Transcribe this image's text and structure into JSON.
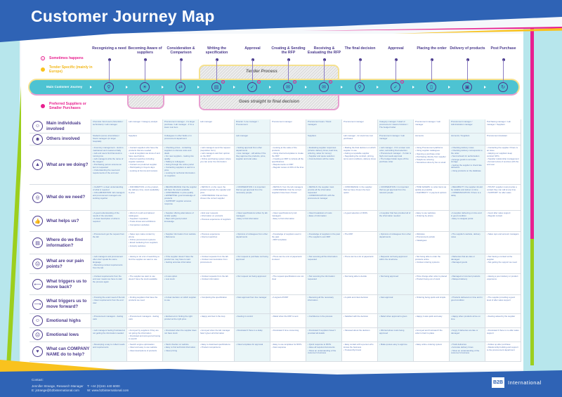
{
  "title": "Customer Journey Map",
  "colors": {
    "blue": "#2f63b5",
    "teal": "#4dc3d2",
    "pink": "#e8208f",
    "yellow": "#f9c21e",
    "purple": "#4a3a8c"
  },
  "legend": {
    "sometimes": "Sometimes happens",
    "tender": "Tender Specific (mainly in Europe)",
    "preferred": "Preferred Suppliers or Smaller Purchases"
  },
  "journey": {
    "main_label": "Main Customer Journey",
    "tender_label": "Tender Process",
    "straight_label": "Goes straight to final decision"
  },
  "stages": [
    {
      "label": "Recognizing a need",
      "icon": "magnifier-icon",
      "glyph": "⚲"
    },
    {
      "label": "Becoming Aware of suppliers",
      "icon": "lightbulb-icon",
      "glyph": "☀"
    },
    {
      "label": "Consideration & Comparison",
      "icon": "compare-icon",
      "glyph": "⇄"
    },
    {
      "label": "Writing the specification",
      "icon": "document-icon",
      "glyph": "▤",
      "badge": "!"
    },
    {
      "label": "Approval",
      "icon": "approval-icon",
      "glyph": "✓",
      "badge": "!"
    },
    {
      "label": "Creating & Sending the RFP",
      "icon": "envelope-icon",
      "glyph": "✉",
      "badge": "!"
    },
    {
      "label": "Receiving & Evaluating the RFP",
      "icon": "open-envelope-icon",
      "glyph": "✉",
      "badge": "!"
    },
    {
      "label": "The final decision",
      "icon": "search-icon",
      "glyph": "⚲"
    },
    {
      "label": "Approval",
      "icon": "handshake-icon",
      "glyph": "✓",
      "badge": "!"
    },
    {
      "label": "Placing the order",
      "icon": "order-icon",
      "glyph": "▯"
    },
    {
      "label": "Delivery of products",
      "icon": "box-icon",
      "glyph": "▣"
    },
    {
      "label": "Post Purchase",
      "icon": "refresh-icon",
      "glyph": "↻"
    }
  ],
  "rows": [
    {
      "label": "Main individuals involved",
      "icon": "person-icon",
      "glyph": "☺",
      "cells": [
        [
          "Chemists / End users (Scientists / technicians) / Lab manager"
        ],
        [
          "Lab manager / Category analyst"
        ],
        [
          "Procurement manager - if a larger purchase / Lab manager - if it's a lower cost item"
        ],
        [
          "Lab manager"
        ],
        [
          "Director / Line manager / Procurement"
        ],
        [
          "Procurement manager"
        ],
        [
          "Procurement team / Stock managers"
        ],
        [
          "Procurement manager"
        ],
        [
          "Category manager / Head of procurement / Head of division / The budget holder"
        ],
        [
          "Procurement manager / Lab manager"
        ],
        [
          "Procurement manager / Administration manager"
        ],
        [
          "Purchasing manager / Lab manager / Suppliers"
        ]
      ]
    },
    {
      "label": "Others involved",
      "icon": "group-icon",
      "glyph": "☻",
      "cells": [
        [
          "Students (some universities) / Stock managers (in larger hospitals)"
        ],
        [
          "Suppliers"
        ],
        [
          "Colleagues in other fields or in procurement department"
        ],
        [
          ""
        ],
        [
          "Lab manager"
        ],
        [
          ""
        ],
        [
          "Suppliers"
        ],
        [
          "Lab manager - for stock low cost purchases"
        ],
        [
          "Procurement manager / Lab manager"
        ],
        [
          "Accounts"
        ],
        [
          "Accounts / Suppliers"
        ],
        [
          "Procurement Assistant"
        ]
      ]
    },
    {
      "label": "What are we doing?",
      "icon": "activity-icon",
      "glyph": "▲",
      "cells": [
        [
          "Inventory management - stock is maintained and measured daily",
          "Lab end users find that stock is running low",
          "Lab managers write the name of the reagent",
          "Purchasing person ensures an item is requested",
          "Understanding the need and requirements of the end user"
        ],
        [
          "Contact suppliers who have the products that are needed",
          "Look at suppliers we know of and have used before",
          "Internet searches including supplier websites",
          "Contact our preferred supplier",
          "Participating in buyers days",
          "Looking at forums and reviews"
        ],
        [
          "Checking prices - contacting suppliers to discuss costs and deals",
          "For new suppliers - looking into quality",
          "Talking to colleagues",
          "Going through the online portal",
          "Contacting suppliers to ask for a price",
          "Looking for technical information on suppliers"
        ],
        [
          "Lab managers send the request (requisition form)",
          "Lab managers ask their opinion on the RFP",
          "Online purchasing system where you can enter the information"
        ],
        [
          "Getting approval from other departments",
          "Line manager - will advise if the they approve the products, price, supplier and total value"
        ],
        [
          "Looking at the value of the products",
          "Using internal templates to create the RFP",
          "Creating an RFP to include all the specifications",
          "Requirements on RFP",
          "Regular review of 20% of the time"
        ],
        [
          "Evaluating supplier responses (criteria: delivery times, lead time, ordering, value for money)",
          "Supplier and quote selection",
          "Cost decisions will be made"
        ],
        [
          "Making the final decision on which supplier to use",
          "Asking a reputable supplier",
          "Negotiating the contract, pricing, terms and conditions, delivery times"
        ],
        [
          "Lab manager - if it's a lower cost order, submitting final selection",
          "Procurement manager - if order is high cost needs approval",
          "The budget holder signs off the purchase order"
        ],
        [
          "Using Procurement platforms",
          "Using supplier catalogues",
          "Opening a purchase order",
          "Purchasing directly from supplier",
          "Telephone ordering",
          "Sometimes done by fax or email"
        ],
        [
          "Checking delivery notes",
          "Checking delivery corresponds to the order",
          "Send artwork for authorisation",
          "Arrange goods to accurate storage",
          "Getting the supplier to check late deliveries",
          "Using products on the database"
        ],
        [
          "Contacting the supplier if there is an issue",
          "Helping our suppliers keep contract SPI's",
          "Supplier relationship management",
          "Annual review of services with the end user"
        ]
      ]
    },
    {
      "label": "What do we need?",
      "icon": "need-icon",
      "glyph": "◎",
      "cells": [
        [
          "CLARITY: a clear understanding of what is required",
          "COLLABORATION: lab managers and procurement managers are working together"
        ],
        [
          "INFORMATION: on the product, the delivery time, stock availability & price"
        ],
        [
          "REASSURANCE: that the supplier will have the stock available",
          "CONFIDENCE: in price quality",
          "EXPERTISE: good knowledge of products",
          "SUPPORT: supplier ensures response"
        ],
        [
          "DETAILS: on the need, the product required, the supplier and price",
          "CONFIDENCE: that we have chosen the correct supplier"
        ],
        [
          "COOPERATION: it is important that we get approval from the necessary people"
        ],
        [
          "DETAILS: from the lab managers",
          "CONFIDENCE: that the correct suppliers have been chosen"
        ],
        [
          "DETAILS: the supplier must provide all the information requested",
          "COMMUNICATION: with the procurement manager"
        ],
        [
          "CONFIDENCE: in the supplier that we have chosen the best option"
        ],
        [
          "COOPERATION: it is important that we get approval from the relevant people"
        ],
        [
          "TIME SAVERS: to order items as quickly as possible",
          "FLEXIBILITY: in payment options"
        ],
        [
          "RELIABILITY: the supplier should be reliable and deliver on time",
          "COMMUNICATION: if there is a delay"
        ],
        [
          "TRUST: supplier must provide a contact they can call at any time",
          "SUPPORT: for after sales"
        ]
      ]
    },
    {
      "label": "What helps us?",
      "icon": "thumbs-up-icon",
      "glyph": "👍",
      "cells": [
        [
          "A good understanding of the needs of the scientists",
          "A clear description of what is required"
        ],
        [
          "Word of mouth and tailored catalogues",
          "Suppliers' reputation",
          "Trade shows and exhibitions",
          "Comparison websites"
        ],
        [
          "Supplier offering alternatives of similar quality",
          "Reps with good product knowledge"
        ],
        [
          "End user requests",
          "Information on products",
          "Previous experience of suppliers"
        ],
        [
          "Clear specifications written by lab managers",
          "Easy to find information"
        ],
        [
          "Clear specifications by lab managers",
          "Easy to find information"
        ],
        [
          "Clear breakdown of costs",
          "Ease of information"
        ],
        [
          "A good selection of RFPs"
        ],
        [
          "A supplier that has provided all of the information needed"
        ],
        [
          "Easy to use websites",
          "Ordering by phone"
        ],
        [
          "A supplier delivering on time and in good condition",
          "Easy to navigate portal"
        ],
        [
          "Good after sales support",
          "Regular contact"
        ]
      ]
    },
    {
      "label": "Where do we find information?",
      "icon": "information-icon",
      "glyph": "▤",
      "cells": [
        [
          "Procurement get the request from the lab"
        ],
        [
          "Sales reps make contact by phone",
          "Online procurement systems",
          "Email marketing from suppliers",
          "Industry websites"
        ],
        [
          "Supplier information from website",
          "Reference"
        ],
        [
          "Previous experience",
          "Internet searches"
        ],
        [
          "Opinions of colleagues from other departments"
        ],
        [
          "Knowledge of suppliers used in the past",
          "RFP templates"
        ],
        [
          "Knowledge of suppliers in the past",
          "The supplier's own RFP"
        ],
        [
          "The RFP"
        ],
        [
          "Opinions of colleagues from other departments"
        ],
        [
          "Websites",
          "Procurement portals",
          "Catalogues"
        ],
        [
          "The supplier's website, delivery notes"
        ],
        [
          "Sales reps and account managers"
        ]
      ]
    },
    {
      "label": "What are our pain points?",
      "icon": "sad-face-icon",
      "glyph": "☹",
      "cells": [
        [
          "Lab managers and procurement often don't speak the same language",
          "Receiving unclear requirements from the lab"
        ],
        [
          "Having to do a lot of searching to find the supplier we want to use"
        ],
        [
          "If the supplier doesn't have the product we may have to wait",
          "Getting accurate information"
        ],
        [
          "Unclear requests from the lab",
          "Unclear communication from procurement"
        ],
        [
          "Our request to purchase not being approved"
        ],
        [
          "There can be a lot of paperwork involved"
        ],
        [
          "Not receiving all the information requested"
        ],
        [
          "There can be a lot of paperwork"
        ],
        [
          "Requests not being approved within the timeframe"
        ],
        [
          "Not being able to order the products online",
          "Unclear ordering systems"
        ],
        [
          "Deliveries that are late or damaged",
          "Damaged goods"
        ],
        [
          "Not having a contact at the supplier",
          "Not getting the support we need"
        ]
      ]
    },
    {
      "label": "What triggers us to move back?",
      "icon": "arrow-left-icon",
      "glyph": "⟵",
      "cells": [
        [
          "Unclear requirements from the end user means we have to start the process again"
        ],
        [
          "The supplier we want to use doesn't have the stock available"
        ],
        [
          "A new option",
          "Low stock"
        ],
        [
          "Unclear requests from the lab",
          "Unclear information"
        ],
        [
          "Our request not being approved"
        ],
        [
          "The request specifications are not clear"
        ],
        [
          "Not receiving the information requested"
        ],
        [
          "Not being able to decide"
        ],
        [
          "Not being approved"
        ],
        [
          "Price change after order is placed",
          "Product being out of stock"
        ],
        [
          "Damaged or incorrect products",
          "Delayed delivery"
        ],
        [
          "Having a poor delivery or product experience"
        ]
      ]
    },
    {
      "label": "What triggers us to move forward?",
      "icon": "arrow-right-icon",
      "glyph": "⟶",
      "cells": [
        [
          "Knowing the exact need of the lab",
          "Clear requirements from the end user"
        ],
        [
          "Finding suppliers that have the products we need"
        ],
        [
          "A clear decision on which supplier to use"
        ],
        [
          "Completing the specification"
        ],
        [
          "Fast approval from line manager"
        ],
        [
          "A signed off RFP"
        ],
        [
          "Receiving all the necessary information"
        ],
        [
          "A quick and clear decision"
        ],
        [
          "Fast approval"
        ],
        [
          "Ordering being quick and simple"
        ],
        [
          "Products delivered on time and in good condition"
        ],
        [
          "The supplier providing a good level of after sales support"
        ]
      ]
    },
    {
      "label": "Emotional highs",
      "icon": "happy-face-icon",
      "glyph": "☺",
      "cells": [
        [
          "Procurement managers - feeling calm"
        ],
        [
          "Procurement managers - feeling calm"
        ],
        [
          "Excitement in finding the right product at the right price"
        ],
        [
          "Happy and feel in the loop"
        ],
        [
          "Feeling in control"
        ],
        [
          "Relief when the RFP is sent"
        ],
        [
          "Confidence in the process"
        ],
        [
          "Satisfied with the decision"
        ],
        [
          "Relief when approval is given"
        ],
        [
          "Happy it was quick and easy"
        ],
        [
          "Happy when products arrive on time"
        ],
        [
          "Feeling valued by the supplier"
        ]
      ]
    },
    {
      "label": "Emotional lows",
      "icon": "upset-face-icon",
      "glyph": "☹",
      "cells": [
        [
          "Lab managers feeling frustrated at not getting the information needed"
        ],
        [
          "Annoyed by suppliers if they are not giving the information",
          "Frustrated and annoyed at having to search"
        ],
        [
          "Frustrated when the supplier does not have stock"
        ],
        [
          "Annoyed when the lab manager hasn't given all information"
        ],
        [
          "Frustrated if there is a delay"
        ],
        [
          "Frustrated if time consuming"
        ],
        [
          "Frustrated if suppliers haven't provided all details"
        ],
        [
          "Stressed about the decision"
        ],
        [
          "Worried about costs being approved"
        ],
        [
          "Annoyed and frustrated if the order is hard to place"
        ],
        [
          "Angry if deliveries are late or damaged"
        ],
        [
          "Frustrated if there is no after sales support"
        ]
      ]
    },
    {
      "label": "What can COMPANY NAME do to help?",
      "icon": "help-heart-icon",
      "glyph": "♥",
      "cells": [
        [
          "Developing a way to collect needs and requirements"
        ],
        [
          "Search engine optimisation",
          "Clear and easy to use website",
          "Clear descriptions of products"
        ],
        [
          "Stock checker on website",
          "Easy to find technical information",
          "Clear pricing"
        ],
        [
          "Easy to download specifications",
          "Product comparisons"
        ],
        [
          "Clear templates for approval"
        ],
        [
          "Easy to use templates for RFPs",
          "Fast response"
        ],
        [
          "Quick response to RFPs",
          "Have all required documents",
          "Show an understanding of the customer's business"
        ],
        [
          "Easy contact with a person who knows the business",
          "Trustworthy brand"
        ],
        [
          "Make quotes easy to approve"
        ],
        [
          "Easy online ordering system"
        ],
        [
          "Track deliveries",
          "Accurate delivery times",
          "Show an understanding of the customer's business"
        ],
        [
          "Follow up after purchase",
          "Relationship building and support to the procurement department"
        ]
      ]
    }
  ],
  "footer": {
    "contact_label": "Contact:",
    "name": "Jennifer Strange, Research Manager",
    "email": "E: jstrange@b2binternational.com",
    "phone": "T: +44 (0)161 440 6000",
    "web": "W: www.b2binternational.com",
    "logo_mark": "B2B",
    "logo_text": "International"
  }
}
